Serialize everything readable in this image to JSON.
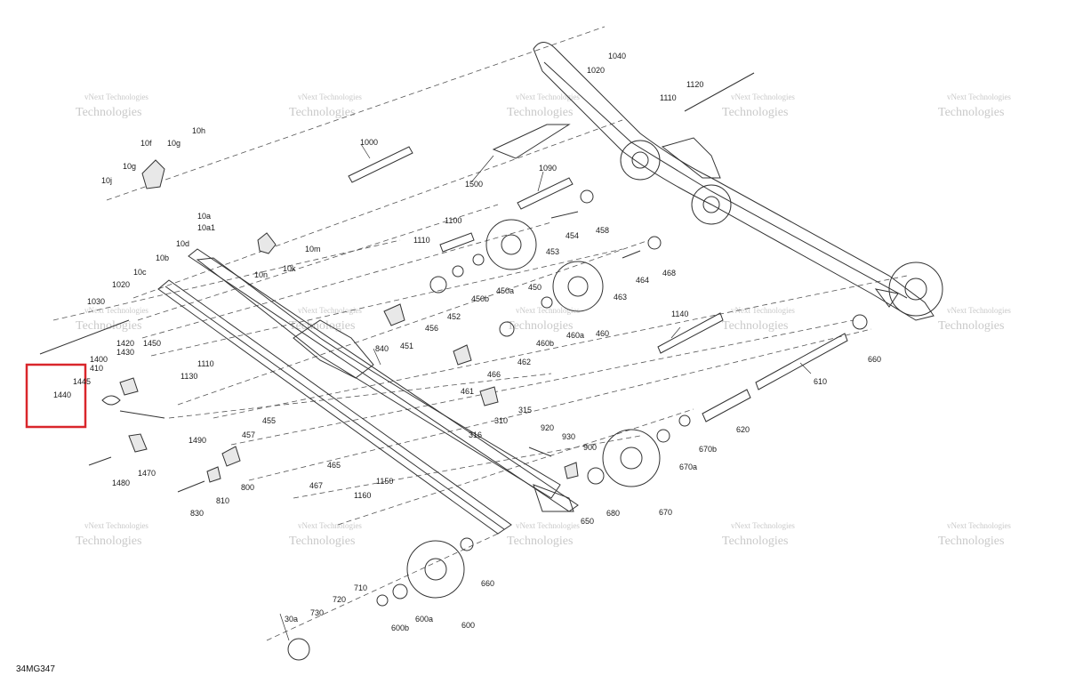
{
  "diagram": {
    "drawing_code": "34MG347",
    "watermark_line1": "vNext",
    "watermark_line2": "Technologies",
    "highlight_color": "#d9262b",
    "callouts": [
      "1040",
      "1020",
      "1110",
      "1120",
      "10h",
      "10f",
      "10g",
      "10g",
      "10j",
      "1000",
      "1500",
      "1090",
      "1100",
      "1110",
      "458",
      "454",
      "453",
      "450a",
      "450",
      "450b",
      "452",
      "456",
      "451",
      "464",
      "468",
      "463",
      "460",
      "460a",
      "460b",
      "462",
      "466",
      "461",
      "315",
      "316",
      "310",
      "840",
      "1140",
      "660",
      "610",
      "620",
      "670b",
      "670a",
      "670",
      "680",
      "900",
      "930",
      "920",
      "650",
      "1160",
      "1150",
      "830",
      "810",
      "800",
      "467",
      "465",
      "457",
      "455",
      "1490",
      "1470",
      "1480",
      "1130",
      "1110",
      "1450",
      "1420",
      "1430",
      "1400",
      "410",
      "1445",
      "1440",
      "1030",
      "1020",
      "10c",
      "10b",
      "10d",
      "10a",
      "10a1",
      "10k",
      "10m",
      "10n",
      "30a",
      "730",
      "720",
      "710",
      "600b",
      "600a",
      "600",
      "660"
    ]
  }
}
